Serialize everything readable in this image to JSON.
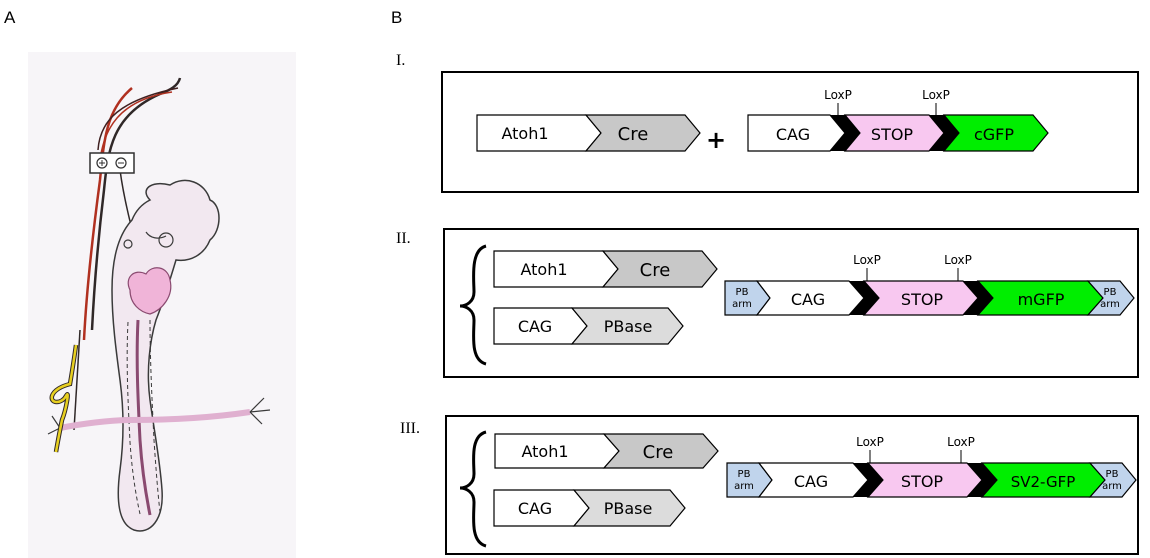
{
  "panels": {
    "a": "A",
    "b": "B"
  },
  "rows": [
    {
      "id": "I",
      "label": "I.",
      "driver": {
        "promoter": "Atoh1",
        "gene": "Cre"
      },
      "plus": "+",
      "reporter": {
        "segments": [
          "CAG",
          "STOP",
          "cGFP"
        ],
        "loxp": [
          "LoxP",
          "LoxP"
        ]
      }
    },
    {
      "id": "II",
      "label": "II.",
      "driver": {
        "promoter": "Atoh1",
        "gene": "Cre"
      },
      "helper": {
        "promoter": "CAG",
        "gene": "PBase"
      },
      "reporter": {
        "arm_left": [
          "PB",
          "arm"
        ],
        "segments": [
          "CAG",
          "STOP",
          "mGFP"
        ],
        "arm_right": [
          "PB",
          "arm"
        ],
        "loxp": [
          "LoxP",
          "LoxP"
        ]
      }
    },
    {
      "id": "III",
      "label": "III.",
      "driver": {
        "promoter": "Atoh1",
        "gene": "Cre"
      },
      "helper": {
        "promoter": "CAG",
        "gene": "PBase"
      },
      "reporter": {
        "arm_left": [
          "PB",
          "arm"
        ],
        "segments": [
          "CAG",
          "STOP",
          "SV2-GFP"
        ],
        "arm_right": [
          "PB",
          "arm"
        ],
        "loxp": [
          "LoxP",
          "LoxP"
        ]
      }
    }
  ],
  "colors": {
    "cre": "#c8c8c8",
    "pbase": "#dcdcdc",
    "stop": "#f8c8f0",
    "gfp": "#00ee00",
    "pb_arm": "#c0d4ec",
    "embryo_fill": "#f2e8f0",
    "embryo_pink": "#f0b4d8",
    "wire_red": "#b03020",
    "wire_yellow": "#e8d020"
  },
  "illustration": {
    "electrode_icon": "electrode-plus-minus-icon"
  }
}
